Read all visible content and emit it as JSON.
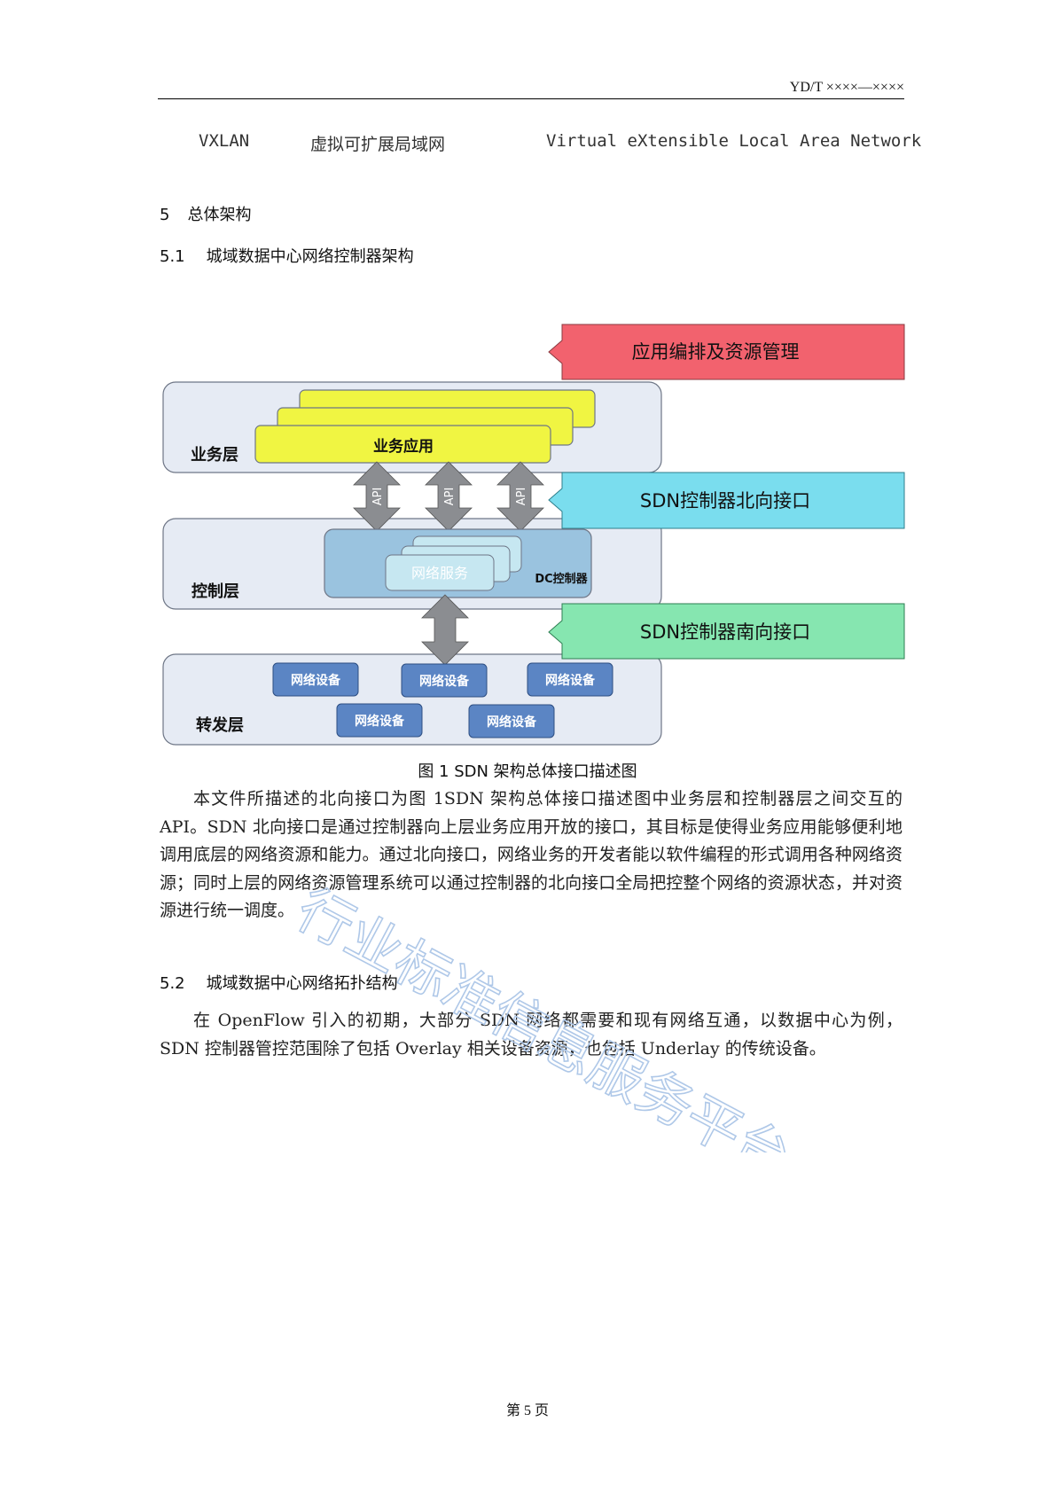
{
  "header": {
    "doc_code": "YD/T ××××—××××"
  },
  "abbreviation": {
    "abbr": "VXLAN",
    "cn": "虚拟可扩展局域网",
    "en": "Virtual eXtensible Local Area Network"
  },
  "sections": {
    "s5": {
      "num": "5",
      "title": "总体架构"
    },
    "s51": {
      "num": "5.1",
      "title": "城域数据中心网络控制器架构"
    },
    "s52": {
      "num": "5.2",
      "title": "城域数据中心网络拓扑结构"
    }
  },
  "figure": {
    "callouts": {
      "top": "应用编排及资源管理",
      "north": "SDN控制器北向接口",
      "south": "SDN控制器南向接口"
    },
    "layers": {
      "business": "业务层",
      "control": "控制层",
      "forwarding": "转发层"
    },
    "business_app": "业务应用",
    "api_label": "API",
    "network_service": "网络服务",
    "dc_controller": "DC控制器",
    "network_device": "网络设备",
    "caption": "图 1 SDN 架构总体接口描述图",
    "colors": {
      "top_callout": "#F2626E",
      "north_callout": "#7ADDEE",
      "south_callout": "#86E6B0",
      "layer_bg": "#E6EBF4",
      "app_yellow": "#F0F542",
      "controller_blue": "#9AC3DF",
      "service_light": "#C6E7F1",
      "device_blue": "#5B85C4",
      "arrow_gray": "#8B8D91"
    }
  },
  "paragraphs": {
    "p1": "本文件所描述的北向接口为图 1SDN 架构总体接口描述图中业务层和控制器层之间交互的 API。SDN 北向接口是通过控制器向上层业务应用开放的接口，其目标是使得业务应用能够便利地调用底层的网络资源和能力。通过北向接口，网络业务的开发者能以软件编程的形式调用各种网络资源；同时上层的网络资源管理系统可以通过控制器的北向接口全局把控整个网络的资源状态，并对资源进行统一调度。",
    "p2": "在 OpenFlow 引入的初期，大部分 SDN 网络都需要和现有网络互通，以数据中心为例，SDN 控制器管控范围除了包括 Overlay 相关设备资源，也包括 Underlay 的传统设备。"
  },
  "watermark": "行业标准信息服务平台",
  "footer": {
    "page": "第 5 页"
  }
}
